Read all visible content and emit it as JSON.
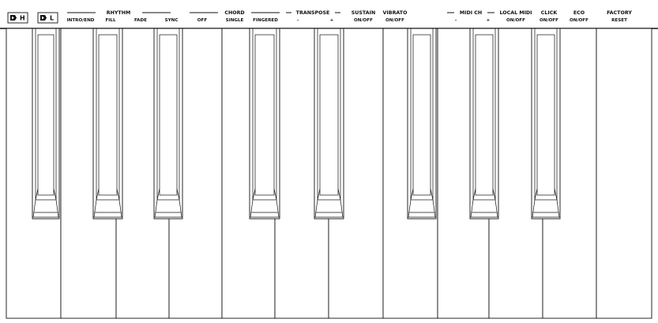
{
  "hand_icons": [
    {
      "letter": "H",
      "icon": "hand-h-icon"
    },
    {
      "letter": "L",
      "icon": "hand-l-icon"
    }
  ],
  "groups": {
    "rhythm": "RHYTHM",
    "chord": "CHORD",
    "transpose": "TRANSPOSE",
    "sustain": "SUSTAIN",
    "vibrato": "VIBRATO",
    "midi_ch": "MIDI CH",
    "local_midi": "LOCAL MIDI",
    "click": "CLICK",
    "eco": "ECO",
    "factory": "FACTORY"
  },
  "key_labels": [
    "INTRO/END",
    "FILL",
    "FADE",
    "SYNC",
    "OFF",
    "SINGLE",
    "FINGERED",
    "-",
    "+",
    "ON/OFF",
    "ON/OFF",
    "-",
    "+",
    "ON/OFF",
    "ON/OFF",
    "ON/OFF",
    "RESET"
  ],
  "keyboard": {
    "white_key_count": 12,
    "black_keys_visible": 8
  }
}
